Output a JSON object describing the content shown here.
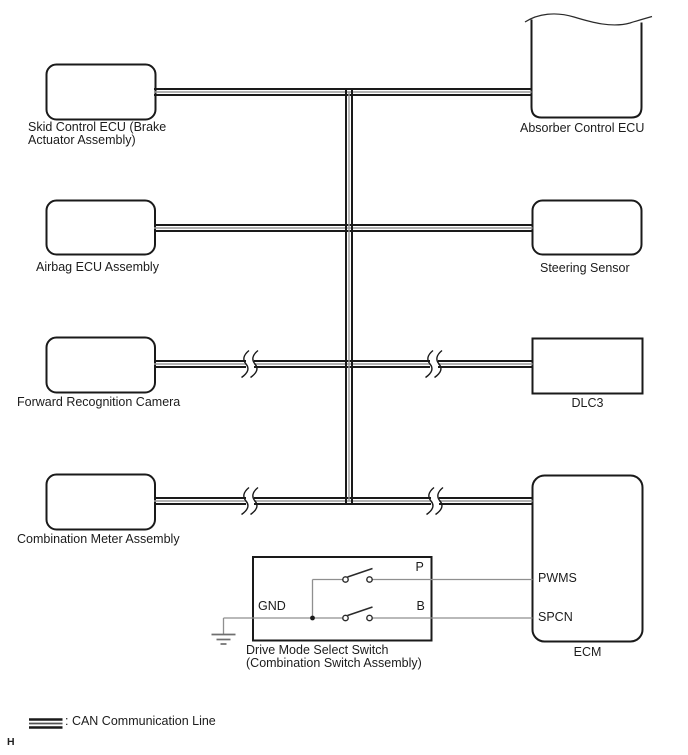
{
  "diagram": {
    "type": "wiring-diagram",
    "nodes": {
      "skid_control": {
        "label_line1": "Skid Control ECU (Brake",
        "label_line2": "Actuator Assembly)"
      },
      "absorber": {
        "label": "Absorber Control ECU"
      },
      "airbag": {
        "label": "Airbag ECU Assembly"
      },
      "steering_sensor": {
        "label": "Steering Sensor"
      },
      "forward_camera": {
        "label": "Forward Recognition Camera"
      },
      "dlc3": {
        "label": "DLC3"
      },
      "combination_meter": {
        "label": "Combination Meter Assembly"
      },
      "ecm": {
        "label": "ECM",
        "pin_pwms": "PWMS",
        "pin_spcn": "SPCN"
      },
      "drive_mode_switch": {
        "label_line1": "Drive Mode Select Switch",
        "label_line2": "(Combination Switch Assembly)",
        "gnd_label": "GND",
        "p_label": "P",
        "b_label": "B"
      }
    },
    "legend": {
      "can_line_label": ": CAN Communication Line"
    },
    "footer": {
      "page_mark": "H"
    },
    "colors": {
      "line_black": "#1a1a1a",
      "can_center_gray": "#999999",
      "wire_gray": "#8f8f8f",
      "background": "#ffffff"
    }
  }
}
